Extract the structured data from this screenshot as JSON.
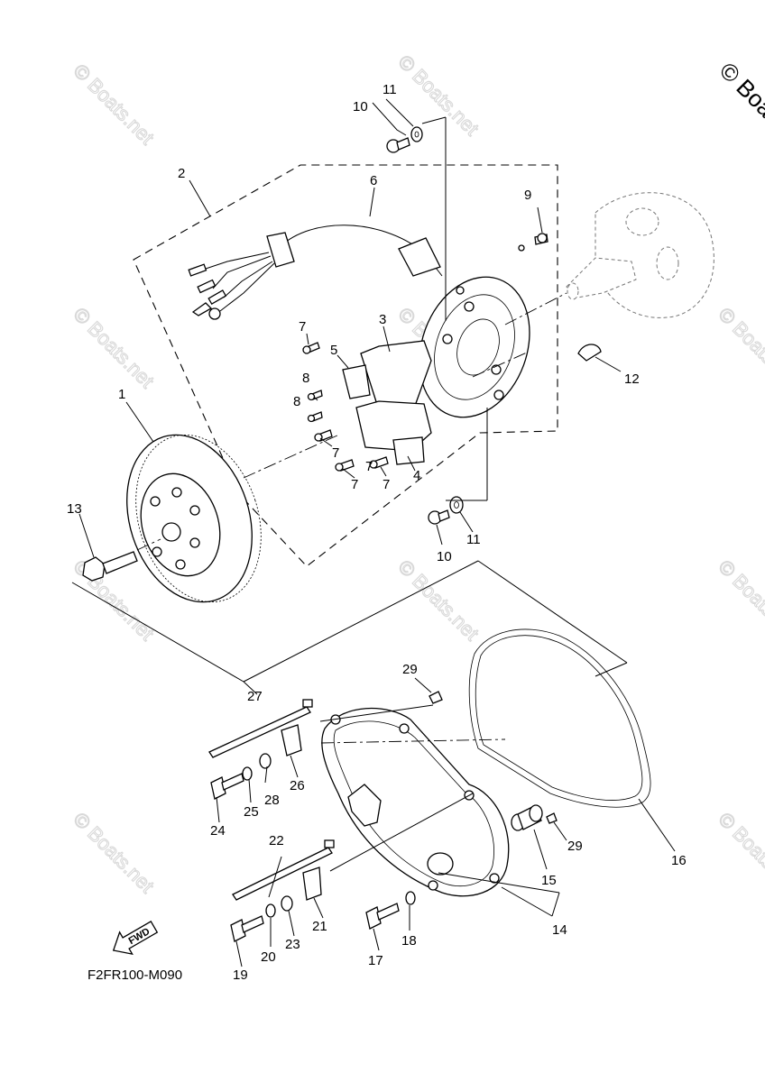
{
  "watermark": "© Boats.net",
  "corner_watermark": "© Boats",
  "diagram_code": "F2FR100-M090",
  "fwd_label": "FWD",
  "callouts": [
    "1",
    "2",
    "3",
    "4",
    "5",
    "6",
    "7",
    "7",
    "7",
    "7",
    "7",
    "8",
    "8",
    "9",
    "10",
    "10",
    "11",
    "11",
    "12",
    "13",
    "14",
    "15",
    "16",
    "17",
    "18",
    "19",
    "20",
    "21",
    "22",
    "23",
    "24",
    "25",
    "26",
    "27",
    "28",
    "29",
    "29"
  ]
}
